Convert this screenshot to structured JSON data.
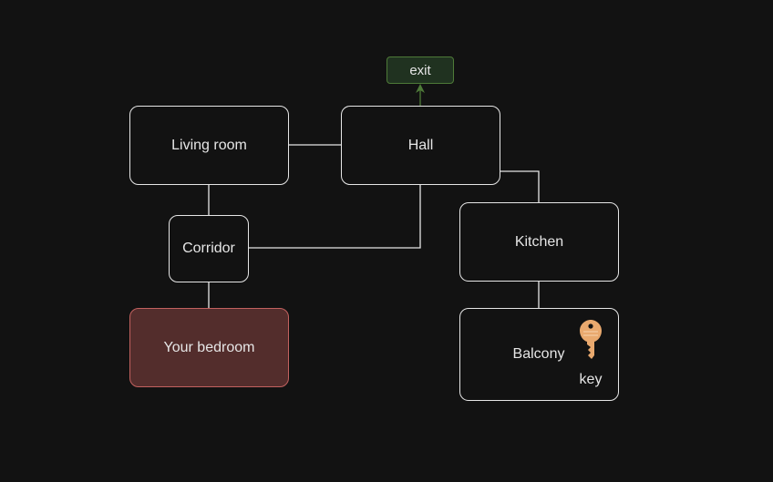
{
  "colors": {
    "background": "#121212",
    "node_border": "#e6e6e6",
    "text": "#e6e6e6",
    "current_room_fill": "#532d2c",
    "current_room_border": "#c2615f",
    "exit_fill": "#203220",
    "exit_border": "#4e7a38",
    "exit_arrow": "#4e7a38",
    "key_color": "#e9a96e"
  },
  "nodes": {
    "exit": "exit",
    "living_room": "Living room",
    "hall": "Hall",
    "corridor": "Corridor",
    "kitchen": "Kitchen",
    "your_bedroom": "Your bedroom",
    "balcony": "Balcony"
  },
  "items": {
    "balcony_key": {
      "icon": "key-icon",
      "label": "key"
    }
  },
  "current_room": "your_bedroom",
  "connections": [
    [
      "living_room",
      "hall"
    ],
    [
      "living_room",
      "corridor"
    ],
    [
      "corridor",
      "hall"
    ],
    [
      "corridor",
      "your_bedroom"
    ],
    [
      "hall",
      "kitchen"
    ],
    [
      "kitchen",
      "balcony"
    ],
    [
      "hall",
      "exit"
    ]
  ]
}
